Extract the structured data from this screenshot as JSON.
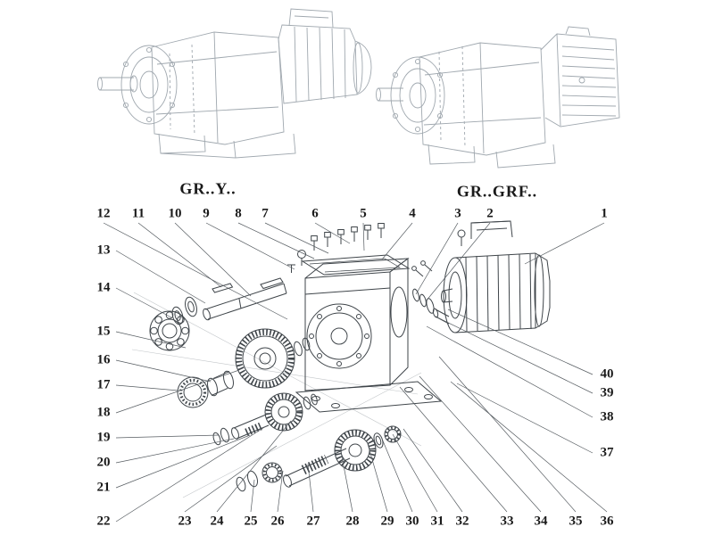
{
  "titles": {
    "left": "GR..Y..",
    "right": "GR..GRF.."
  },
  "callouts": {
    "top": [
      "12",
      "11",
      "10",
      "9",
      "8",
      "7",
      "6",
      "5",
      "4",
      "3",
      "2",
      "1"
    ],
    "left": [
      "13",
      "14",
      "15",
      "16",
      "17",
      "18",
      "19",
      "20",
      "21",
      "22"
    ],
    "bottom": [
      "23",
      "24",
      "25",
      "26",
      "27",
      "28",
      "29",
      "30",
      "31",
      "32",
      "33",
      "34",
      "35",
      "36"
    ],
    "right": [
      "40",
      "39",
      "38",
      "37"
    ]
  },
  "colors": {
    "background": "#ffffff",
    "line_art": "#a0a8af",
    "exploded_line": "#3f454a",
    "label_text": "#1a1a1a",
    "leader_line": "#565c61"
  }
}
